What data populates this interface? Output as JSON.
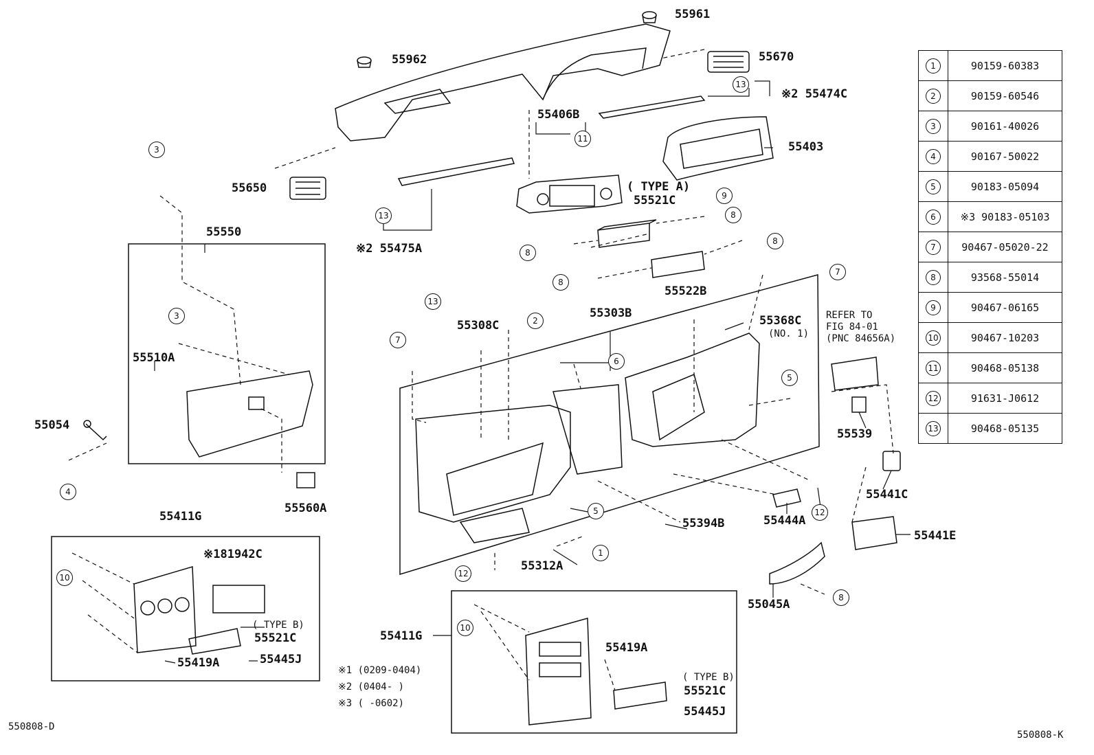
{
  "diagram_id_left": "550808-D",
  "diagram_id_right": "550808-K",
  "legend": [
    {
      "num": "1",
      "part": "90159-60383"
    },
    {
      "num": "2",
      "part": "90159-60546"
    },
    {
      "num": "3",
      "part": "90161-40026"
    },
    {
      "num": "4",
      "part": "90167-50022"
    },
    {
      "num": "5",
      "part": "90183-05094"
    },
    {
      "num": "6",
      "part": "※3 90183-05103"
    },
    {
      "num": "7",
      "part": "90467-05020-22"
    },
    {
      "num": "8",
      "part": "93568-55014"
    },
    {
      "num": "9",
      "part": "90467-06165"
    },
    {
      "num": "10",
      "part": "90467-10203"
    },
    {
      "num": "11",
      "part": "90468-05138"
    },
    {
      "num": "12",
      "part": "91631-J0612"
    },
    {
      "num": "13",
      "part": "90468-05135"
    }
  ],
  "notes": {
    "n1": "※1 (0209-0404)",
    "n2": "※2 (0404-     )",
    "n3": "※3 (     -0602)"
  },
  "labels": {
    "p55961": "55961",
    "p55962": "55962",
    "p55670": "55670",
    "p55474c": "※2 55474C",
    "p55406b": "55406B",
    "p55403": "55403",
    "p55650": "55650",
    "type_a": "( TYPE A)",
    "p55521c_a": "55521C",
    "p55475a": "※2  55475A",
    "p55550": "55550",
    "p55522b": "55522B",
    "p55303b": "55303B",
    "p55308c": "55308C",
    "p55368c": "55368C",
    "no1": "(NO. 1)",
    "refer1": "REFER TO",
    "refer2": "FIG 84-01",
    "refer3": "(PNC 84656A)",
    "p55510a": "55510A",
    "p55054": "55054",
    "p55539": "55539",
    "p55441c": "55441C",
    "p55560a": "55560A",
    "p55394b": "55394B",
    "p55444a": "55444A",
    "p55441e": "55441E",
    "p55411g_a": "55411G",
    "p81942c": "※181942C",
    "type_b1": "( TYPE B)",
    "p55521c_b1": "55521C",
    "p55419a_1": "55419A",
    "p55445j_1": "55445J",
    "p55312a": "55312A",
    "p55045a": "55045A",
    "p55411g_b": "55411G",
    "p55419a_2": "55419A",
    "type_b2": "( TYPE B)",
    "p55521c_b2": "55521C",
    "p55445j_2": "55445J"
  }
}
